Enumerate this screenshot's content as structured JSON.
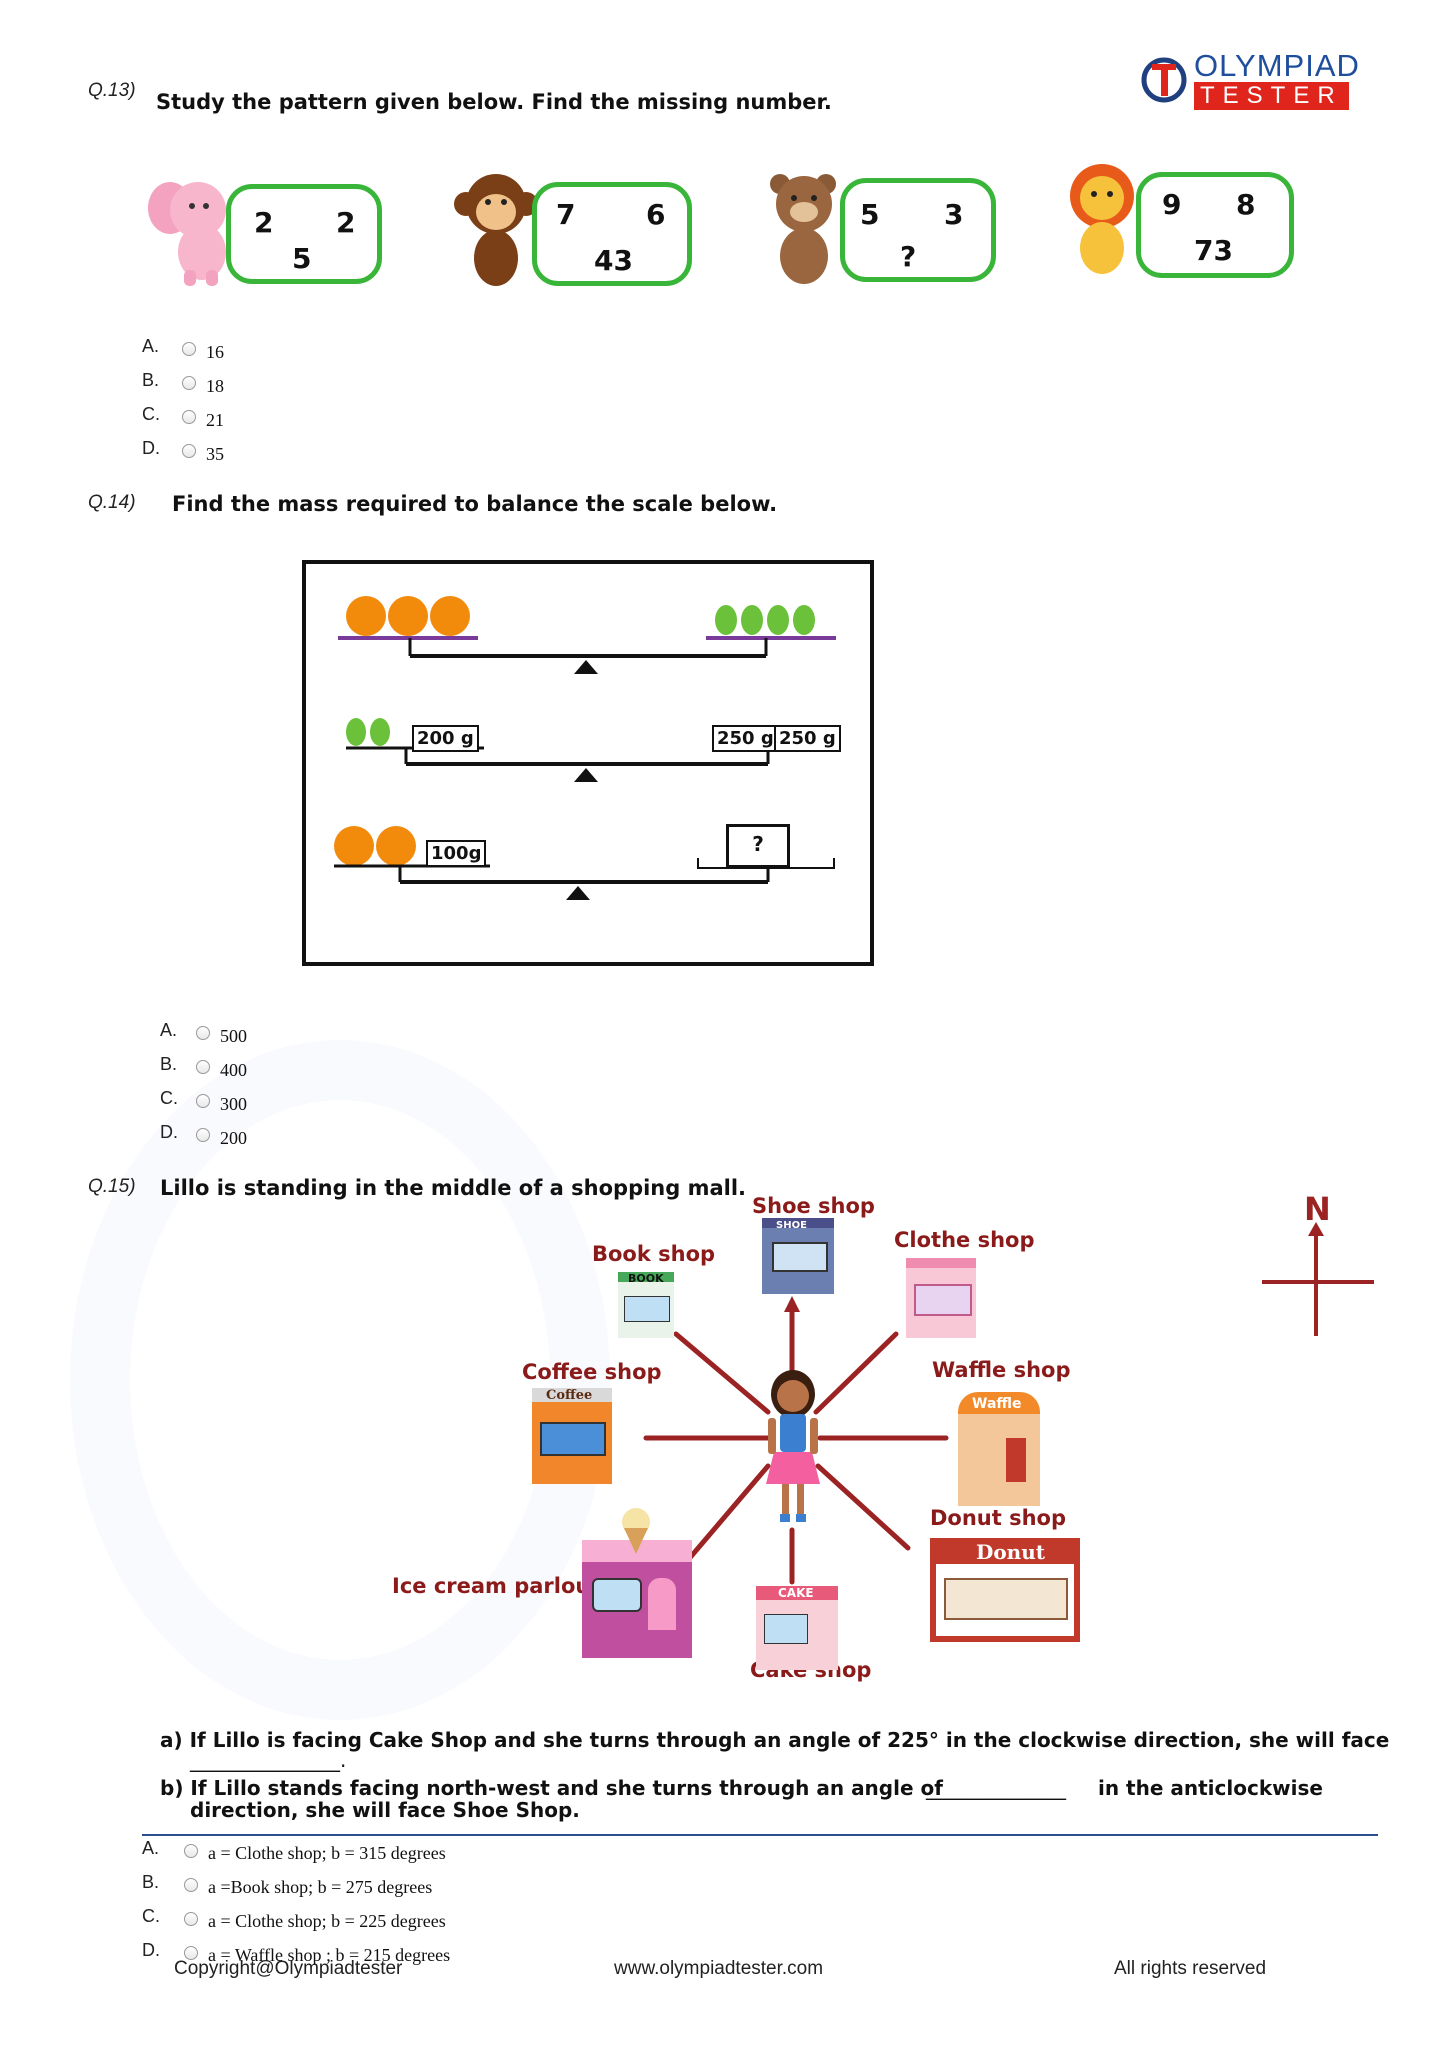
{
  "header": {
    "logo_top": "OLYMPIAD",
    "logo_bottom": "TESTER"
  },
  "q13": {
    "number": "Q.13)",
    "question": "Study the pattern given below. Find the missing number.",
    "patterns": [
      {
        "animal": "elephant",
        "tl": "2",
        "tr": "2",
        "bottom": "5"
      },
      {
        "animal": "monkey",
        "tl": "7",
        "tr": "6",
        "bottom": "43"
      },
      {
        "animal": "bear",
        "tl": "5",
        "tr": "3",
        "bottom": "?"
      },
      {
        "animal": "lion",
        "tl": "9",
        "tr": "8",
        "bottom": "73"
      }
    ],
    "options": [
      {
        "letter": "A.",
        "text": "16"
      },
      {
        "letter": "B.",
        "text": "18"
      },
      {
        "letter": "C.",
        "text": "21"
      },
      {
        "letter": "D.",
        "text": "35"
      }
    ]
  },
  "q14": {
    "number": "Q.14)",
    "question": "Find the mass required to balance the scale below.",
    "scale_labels": {
      "w1": "200 g",
      "w2": "250 g",
      "w3": "250 g",
      "w4": "100g",
      "unknown": "?"
    },
    "options": [
      {
        "letter": "A.",
        "text": "500"
      },
      {
        "letter": "B.",
        "text": "400"
      },
      {
        "letter": "C.",
        "text": "300"
      },
      {
        "letter": "D.",
        "text": "200"
      }
    ]
  },
  "q15": {
    "number": "Q.15)",
    "question": "Lillo is standing in the middle of a shopping mall.",
    "compass_label": "N",
    "shops": {
      "shoe": "Shoe shop",
      "book": "Book shop",
      "clothe": "Clothe shop",
      "coffee": "Coffee shop",
      "waffle": "Waffle shop",
      "donut": "Donut shop",
      "icecream": "Ice cream parlour",
      "cake": "Cake shop"
    },
    "signs": {
      "shoe": "SHOE",
      "book": "BOOK",
      "coffee": "Coffee",
      "waffle": "Waffle",
      "donut": "Donut",
      "cake": "CAKE"
    },
    "part_a": "a) If Lillo is facing Cake Shop and she turns through an angle of 225° in the clockwise direction, she will face",
    "part_a_blank": "_______________.",
    "part_b_prefix": "b) If Lillo stands facing north-west and she turns through an angle of",
    "part_b_blank": "______________",
    "part_b_suffix": "in the anticlockwise",
    "part_b_line2": "direction, she will face Shoe Shop.",
    "options": [
      {
        "letter": "A.",
        "text": "a = Clothe shop; b = 315 degrees"
      },
      {
        "letter": "B.",
        "text": "a =Book shop; b = 275 degrees"
      },
      {
        "letter": "C.",
        "text": "a = Clothe shop; b = 225 degrees"
      },
      {
        "letter": "D.",
        "text": "a = Waffle shop ; b = 215 degrees"
      }
    ]
  },
  "footer": {
    "copyright": "Copyright@Olympiadtester",
    "website": "www.olympiadtester.com",
    "rights": "All rights reserved"
  },
  "colors": {
    "green_frame": "#39b539",
    "spoke": "#9b2323",
    "label": "#8b1a1a",
    "divider": "#2c4f8f"
  }
}
